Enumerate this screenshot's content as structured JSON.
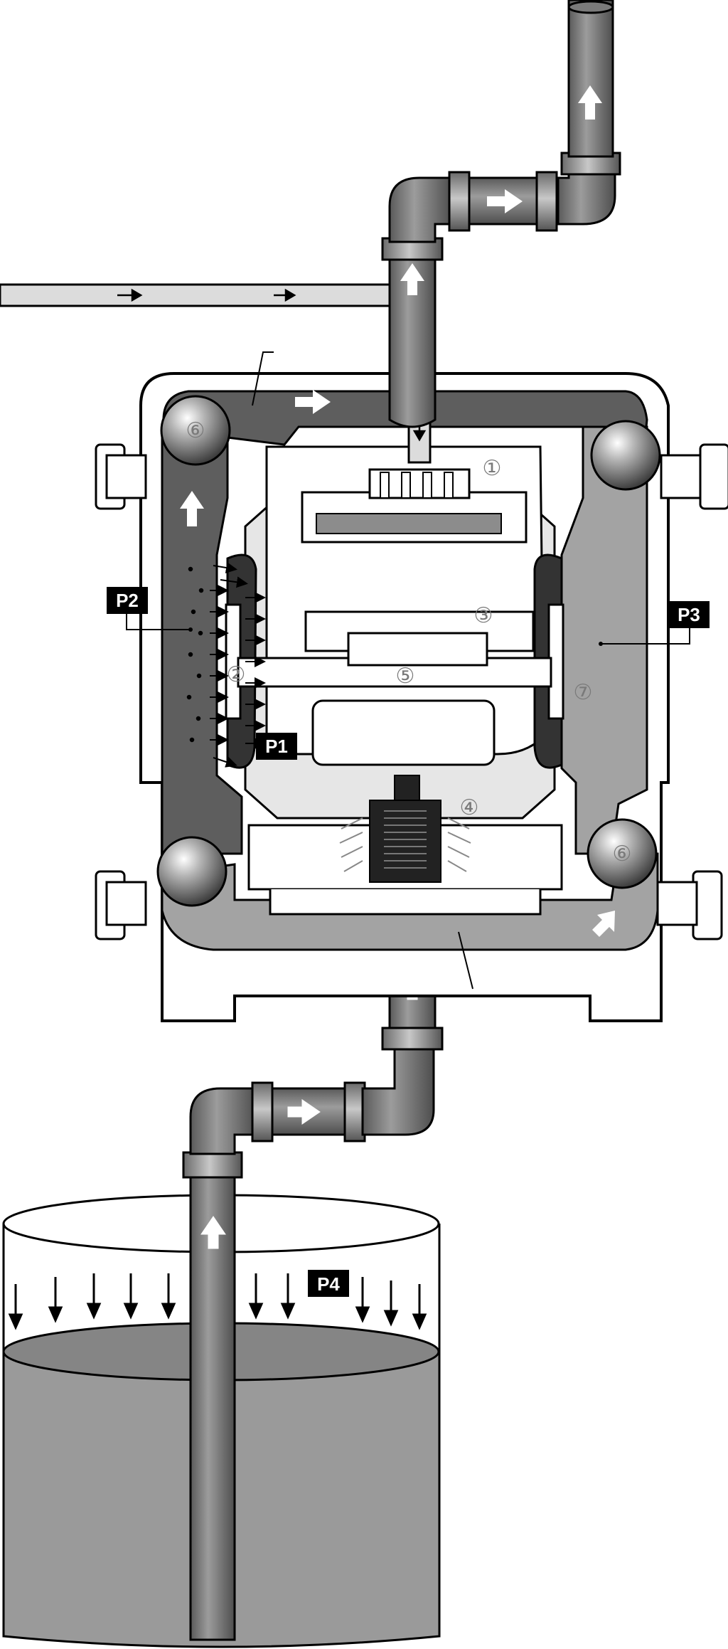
{
  "diagram": {
    "circled_labels": {
      "c1": "①",
      "c2": "②",
      "c3": "③",
      "c4": "④",
      "c5": "⑤",
      "c6_top": "⑥",
      "c6_bottom": "⑥",
      "c7": "⑦"
    },
    "pressure_badges": {
      "p1": "P1",
      "p2": "P2",
      "p3": "P3",
      "p4": "P4"
    },
    "colors": {
      "pipe": "#8c8c8c",
      "dark_fluid": "#5e5e5e",
      "light_fluid": "#a3a3a3",
      "air_chamber": "#e6e6e6",
      "air_line": "#dcdcdc",
      "tank_liquid": "#9a9a9a",
      "outline": "#000000",
      "arrow": "#ffffff"
    }
  }
}
